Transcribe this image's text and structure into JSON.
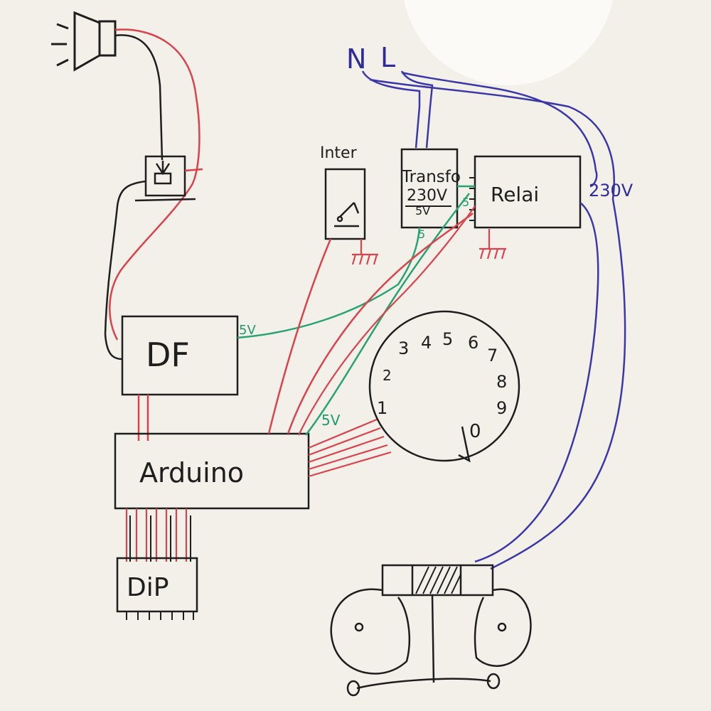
{
  "colors": {
    "ink": "#1e1e1e",
    "red_wire": "#d9434b",
    "green_wire": "#2aa373",
    "blue_wire": "#3a37a8",
    "paper": "#f3f0ea"
  },
  "components": {
    "df_label": "DF",
    "arduino_label": "Arduino",
    "dip_label": "DiP",
    "inter_label": "Inter",
    "transfo_label": "Transfo",
    "transfo_in": "230V",
    "transfo_out": "5V",
    "relai_label": "Relai"
  },
  "mains": {
    "n_label": "N",
    "l_label": "L",
    "v230_label": "230V"
  },
  "wire_labels": {
    "df_5v": "5V",
    "arduino_5v": "5V",
    "transfo_5": "5",
    "relai_5": "5"
  },
  "dial": {
    "digits": [
      "1",
      "2",
      "3",
      "4",
      "5",
      "6",
      "7",
      "8",
      "9",
      "0"
    ]
  }
}
